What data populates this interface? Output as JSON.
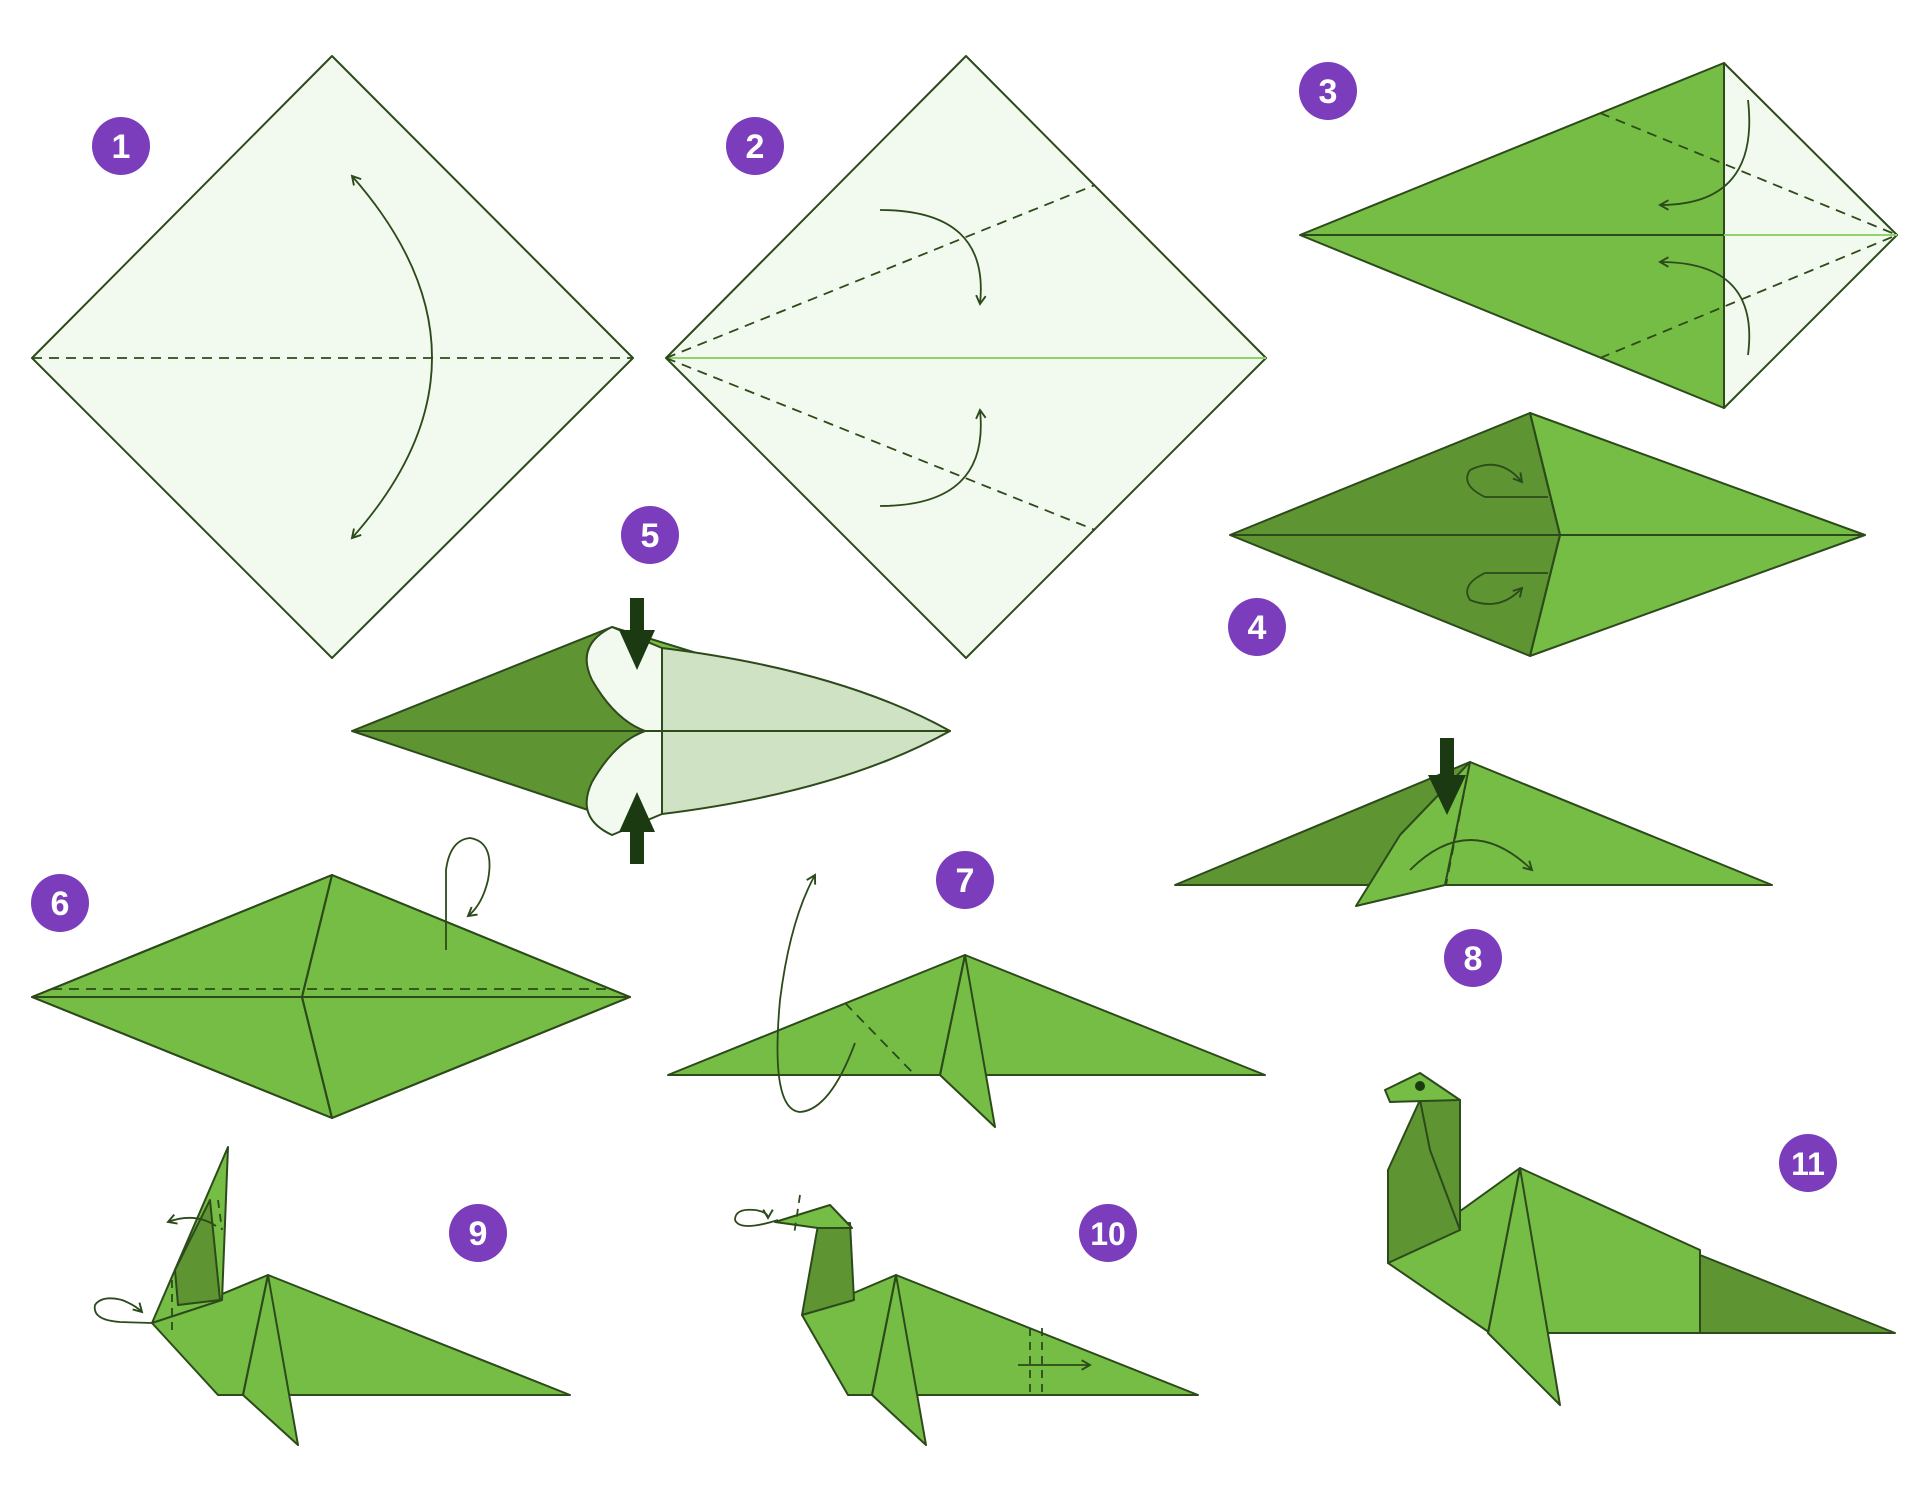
{
  "diagram": {
    "colors": {
      "paper_light": "#f2f9ef",
      "paper_green": "#76bd45",
      "paper_dark": "#5e9532",
      "paper_pale": "#d0e2c4",
      "outline": "#2c4a1a",
      "badge": "#7b3dbb",
      "badge_text": "#ffffff",
      "push_arrow": "#1c3a12",
      "center_line": "#8fd36a"
    },
    "steps": [
      {
        "number": "1"
      },
      {
        "number": "2"
      },
      {
        "number": "3"
      },
      {
        "number": "4"
      },
      {
        "number": "5"
      },
      {
        "number": "6"
      },
      {
        "number": "7"
      },
      {
        "number": "8"
      },
      {
        "number": "9"
      },
      {
        "number": "10"
      },
      {
        "number": "11"
      }
    ]
  }
}
